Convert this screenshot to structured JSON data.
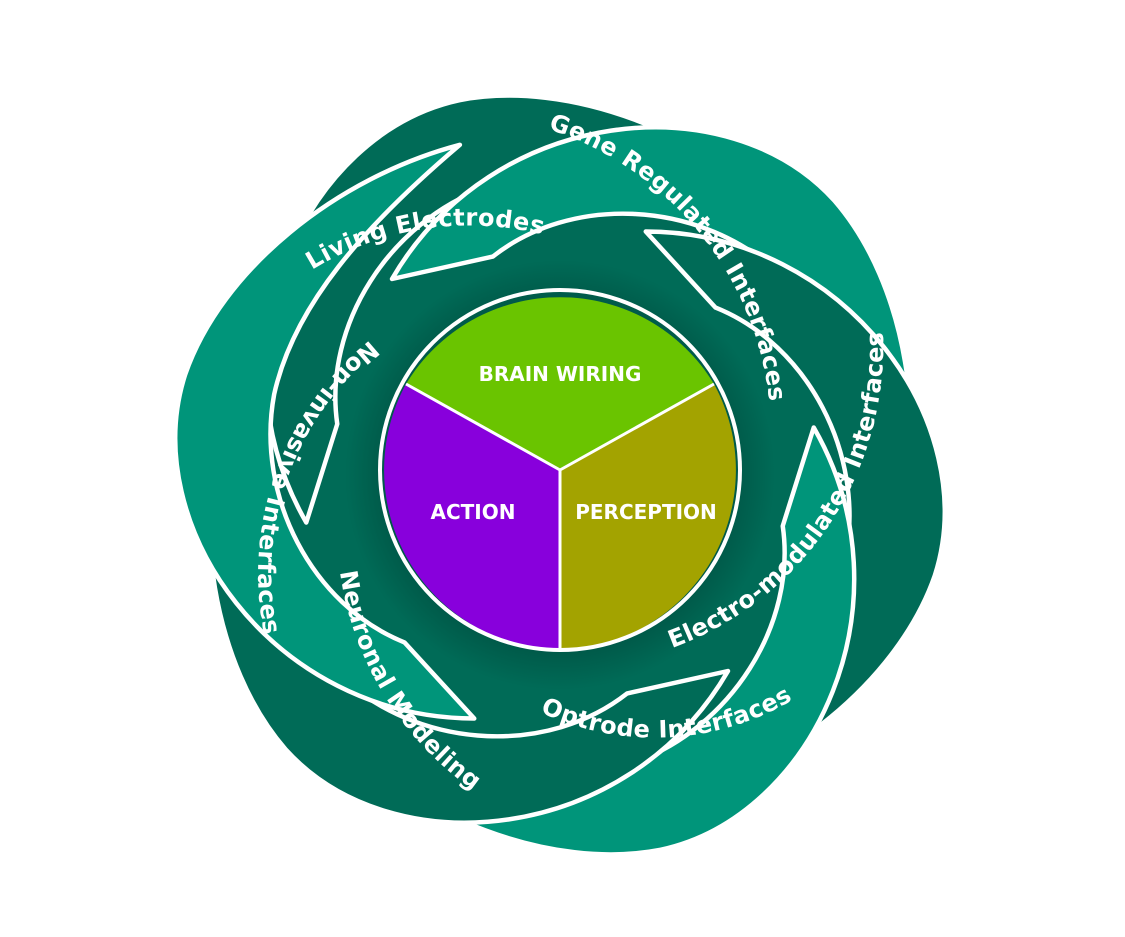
{
  "colors": {
    "band_light": "#00957a",
    "band_dark": "#006b57",
    "divider": "#ffffff",
    "brain_wiring": "#6ac400",
    "perception": "#a3a300",
    "action": "#8800dc"
  },
  "outer_bands": [
    {
      "label": "Gene Regulated Interfaces"
    },
    {
      "label": "Electro-modulated Interfaces"
    },
    {
      "label": "Optrode Interfaces"
    },
    {
      "label": "Neuronal Modeling"
    },
    {
      "label": "Non-invasive Interfaces"
    },
    {
      "label": "Living Electrodes"
    }
  ],
  "core": {
    "brain_wiring": "BRAIN WIRING",
    "perception": "PERCEPTION",
    "action": "ACTION"
  }
}
